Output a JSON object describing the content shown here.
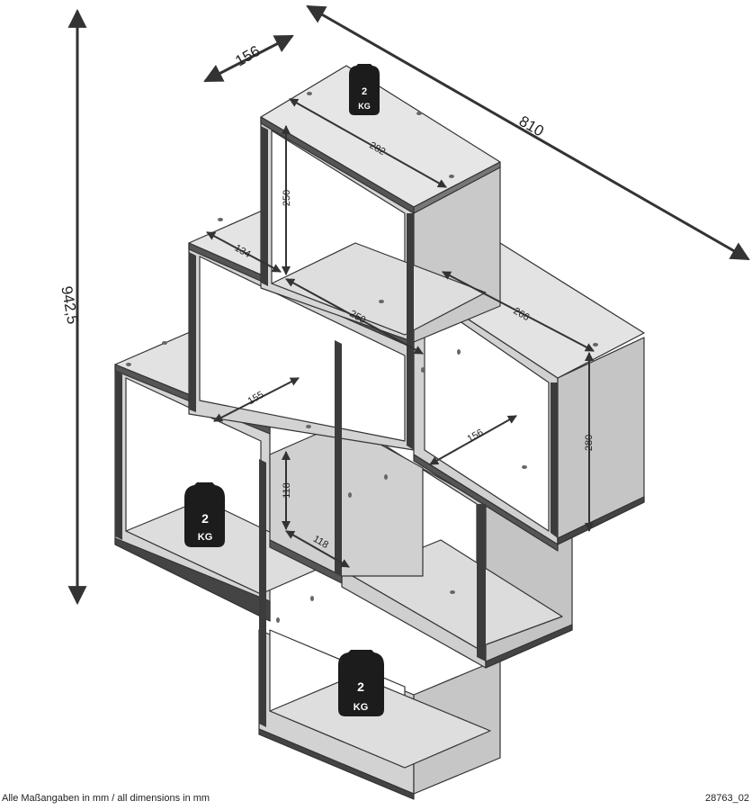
{
  "dimensions": {
    "total_height": "942,5",
    "total_width": "810",
    "depth": "156",
    "top_box_width": "282",
    "top_box_height": "250",
    "upper_left_depth": "134",
    "middle_width": "250",
    "right_box_width": "266",
    "right_box_height": "280",
    "left_box_depth": "155",
    "right_lower_depth": "156",
    "small_height": "118",
    "small_width": "118"
  },
  "weights": {
    "top": {
      "value": "2",
      "unit": "KG"
    },
    "left": {
      "value": "2",
      "unit": "KG"
    },
    "bottom": {
      "value": "2",
      "unit": "KG"
    }
  },
  "footer": {
    "note": "Alle Maßangaben in mm / all dimensions in mm",
    "code": "28763_02"
  }
}
